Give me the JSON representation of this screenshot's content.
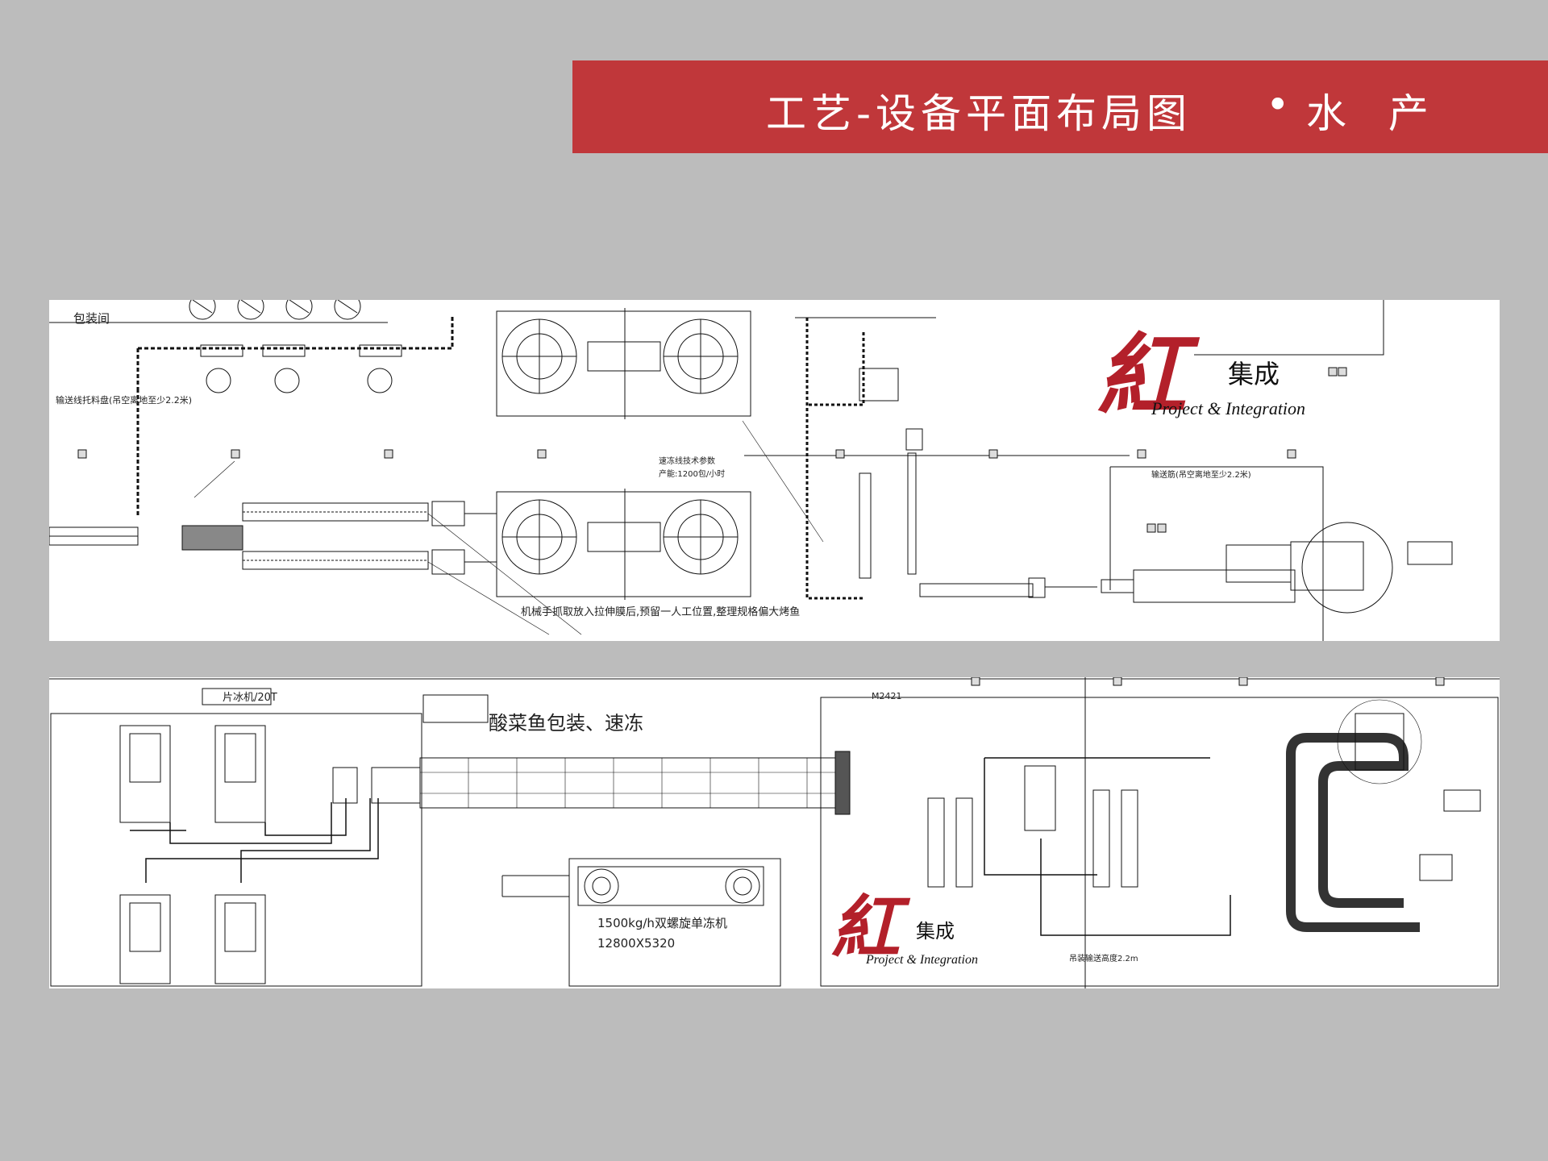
{
  "header": {
    "title": "工艺-设备平面布局图",
    "separator": "•",
    "subtitle": "水 产",
    "color": "#c0373a"
  },
  "panel_top": {
    "room_label": "包装间",
    "conveyor_note": "输送线托料盘(吊空离地至少2.2米)",
    "capacity_title": "速冻线技术参数",
    "capacity_value": "产能:1200包/小时",
    "conveyor_note_right": "输送筋(吊空离地至少2.2米)",
    "bottom_note": "机械手抓取放入拉伸膜后,预留一人工位置,整理规格偏大烤鱼",
    "logo": {
      "char": "紅",
      "cn": "集成",
      "en": "Project & Integration"
    }
  },
  "panel_bottom": {
    "tag_ice": "片冰机/20T",
    "line_title": "酸菜鱼包装、速冻",
    "freezer_spec_1": "1500kg/h双螺旋单冻机",
    "freezer_spec_2": "12800X5320",
    "dim_label": "M2421",
    "height_note": "吊装输送高度2.2m",
    "logo": {
      "char": "紅",
      "cn": "集成",
      "en": "Project & Integration"
    }
  }
}
